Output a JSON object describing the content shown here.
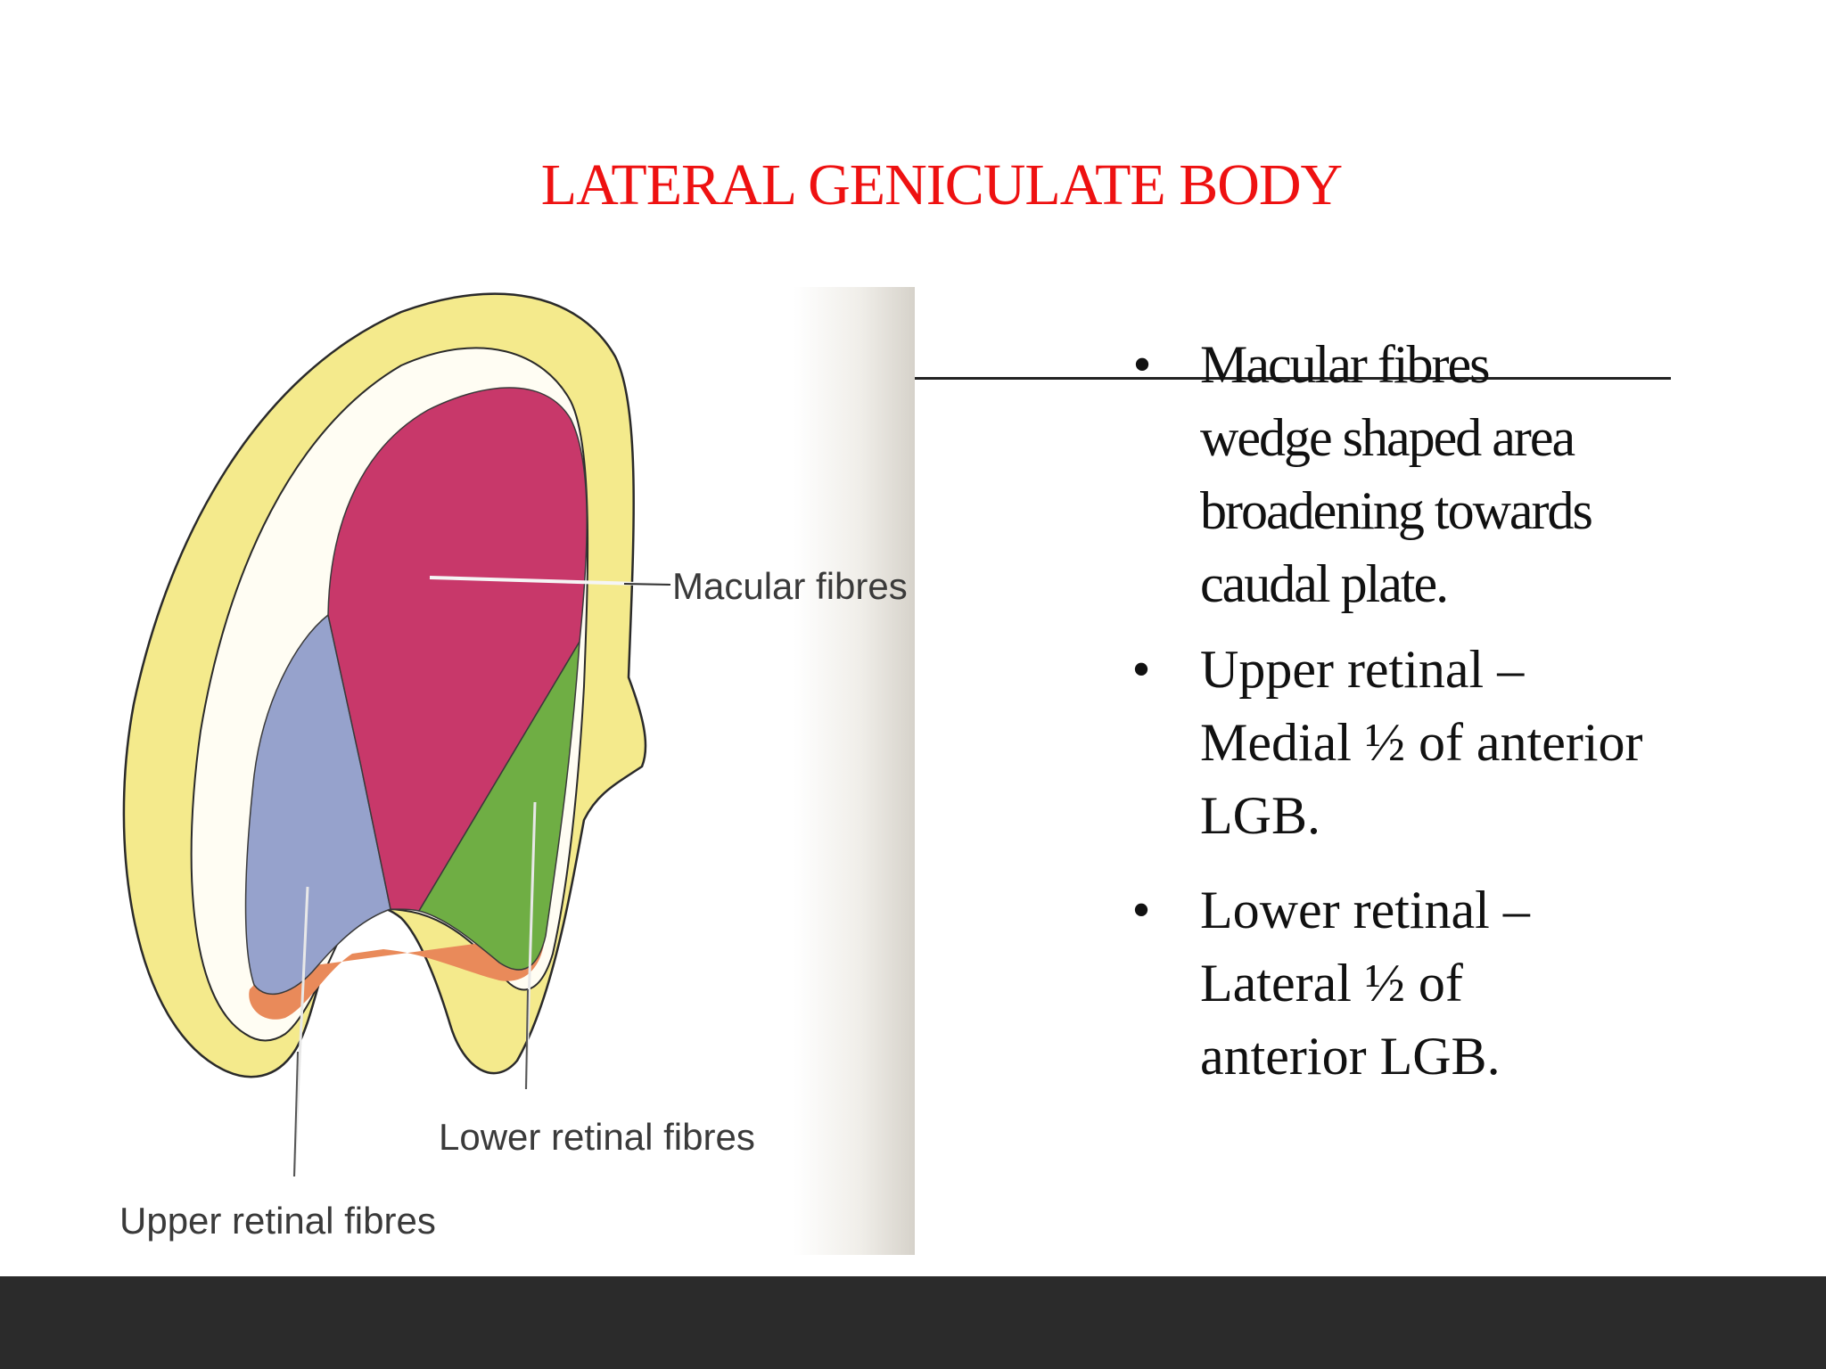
{
  "slide": {
    "title": "LATERAL GENICULATE BODY",
    "title_color": "#ee1111",
    "footer_color": "#2b2b2b"
  },
  "figure": {
    "labels": {
      "macular": "Macular fibres",
      "lower": "Lower retinal fibres",
      "upper": "Upper retinal fibres"
    },
    "colors": {
      "macular": "#c8386a",
      "upper": "#96a2cc",
      "lower": "#6fae44",
      "outer_band": "#f4ea8c",
      "orange_rim": "#e98a5a",
      "page_shadow": "#dcd9d2"
    }
  },
  "bullets": [
    {
      "lines": [
        "Macular fibres",
        "wedge shaped area",
        "broadening towards",
        "caudal plate."
      ]
    },
    {
      "lines": [
        "Upper retinal –",
        "Medial ½ of anterior",
        "LGB."
      ]
    },
    {
      "lines": [
        "Lower retinal –",
        "Lateral ½  of",
        "anterior LGB."
      ]
    }
  ],
  "bullet_icon": "bullet-dot"
}
